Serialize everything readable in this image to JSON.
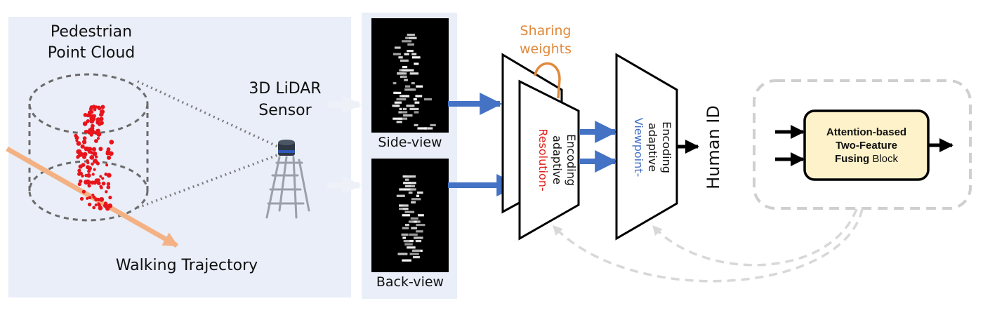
{
  "scene": {
    "pedestrian_label_line1": "Pedestrian",
    "pedestrian_label_line2": "Point Cloud",
    "sensor_label_line1": "3D LiDAR",
    "sensor_label_line2": "Sensor",
    "trajectory_label": "Walking Trajectory"
  },
  "views": {
    "side_label": "Side-view",
    "back_label": "Back-view"
  },
  "encoders": {
    "sharing_line1": "Sharing",
    "sharing_line2": "weights",
    "resolution_highlight": "Resolution-",
    "resolution_rest_line2": "adaptive",
    "resolution_rest_line3": "Encoding",
    "viewpoint_highlight": "Viewpoint-",
    "viewpoint_rest_line2": "adaptive",
    "viewpoint_rest_line3": "Encoding",
    "output_label": "Human ID"
  },
  "fusion_block": {
    "line1": "Attention-based",
    "line2": "Two-Feature",
    "line3_bold": "Fusing",
    "line3_plain": " Block"
  },
  "colors": {
    "panel_bg": "#e9eef8",
    "arrow_blue": "#4472c4",
    "trajectory_orange": "#f4b183",
    "sharing_orange": "#e08a3c",
    "resolution_red": "#e0201b",
    "viewpoint_blue": "#4472c4",
    "points_red": "#e8141b",
    "fusion_fill": "#fdf2c9",
    "dashed_gray": "#cfcfcf"
  }
}
